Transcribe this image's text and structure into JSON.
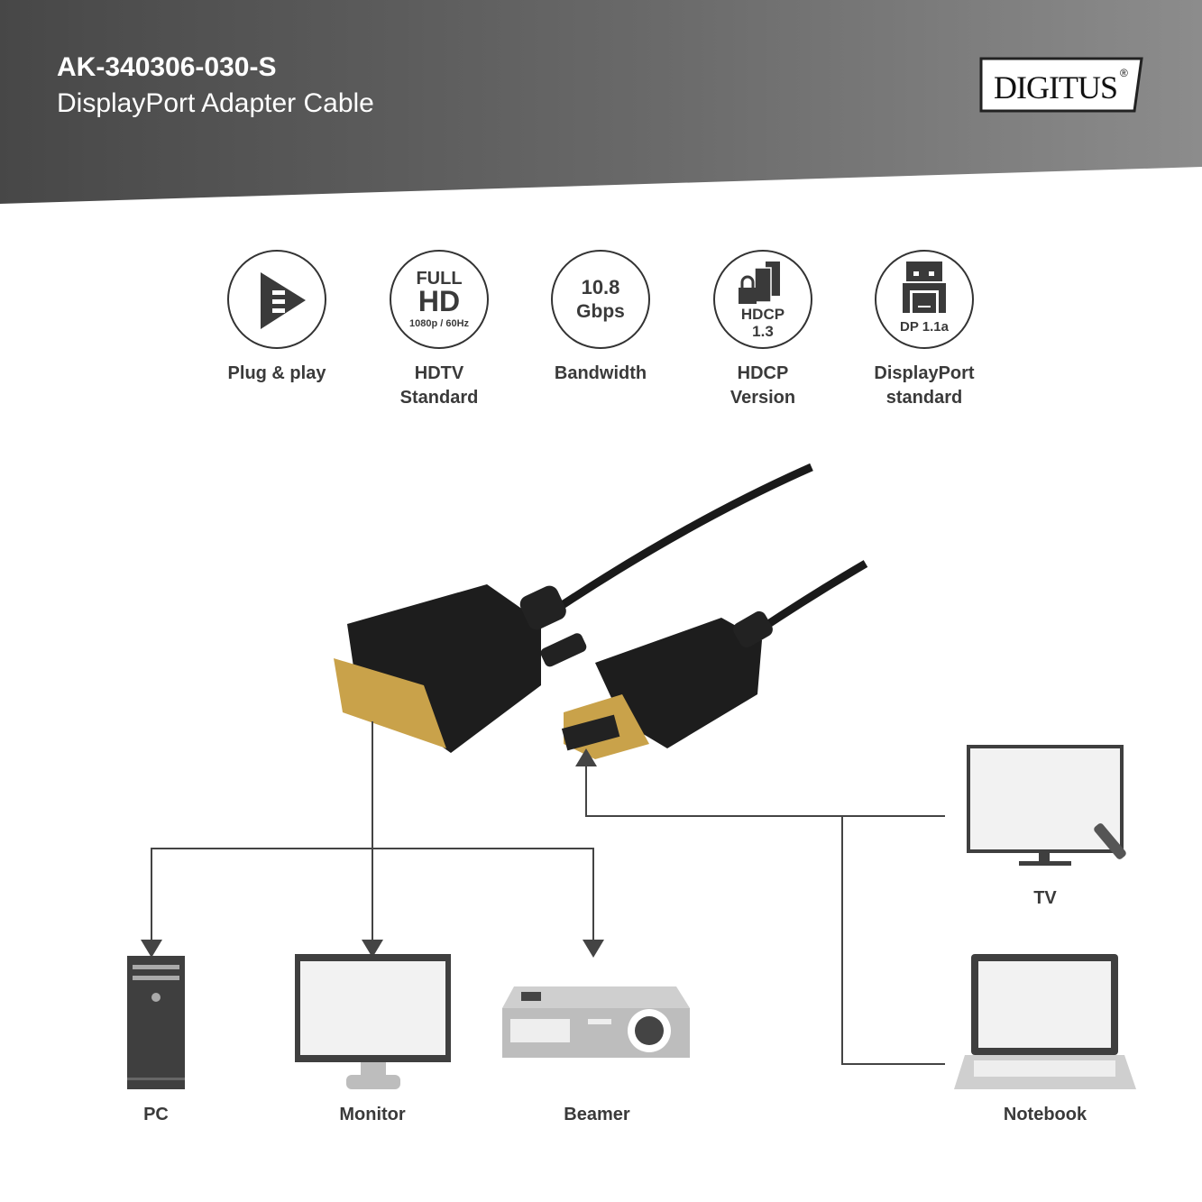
{
  "header": {
    "product_code": "AK-340306-030-S",
    "product_name": "DisplayPort Adapter Cable",
    "brand": "DIGITUS",
    "brand_mark": "®"
  },
  "features": [
    {
      "icon": "plug-and-play-icon",
      "label_1": "Plug & play",
      "label_2": ""
    },
    {
      "icon": "full-hd-icon",
      "badge_1": "FULL",
      "badge_2": "HD",
      "badge_3": "1080p / 60Hz",
      "label_1": "HDTV",
      "label_2": "Standard"
    },
    {
      "icon": "bandwidth-icon",
      "badge_1": "10.8",
      "badge_2": "Gbps",
      "label_1": "Bandwidth",
      "label_2": ""
    },
    {
      "icon": "hdcp-lock-icon",
      "badge_1": "HDCP",
      "badge_2": "1.3",
      "label_1": "HDCP",
      "label_2": "Version"
    },
    {
      "icon": "displayport-plug-icon",
      "badge_1": "DP 1.1a",
      "label_1": "DisplayPort",
      "label_2": "standard"
    }
  ],
  "devices": {
    "pc": "PC",
    "monitor": "Monitor",
    "beamer": "Beamer",
    "tv": "TV",
    "notebook": "Notebook"
  },
  "colors": {
    "line": "#444444",
    "icon": "#3a3a3a",
    "device_gray": "#bdbdbd"
  }
}
